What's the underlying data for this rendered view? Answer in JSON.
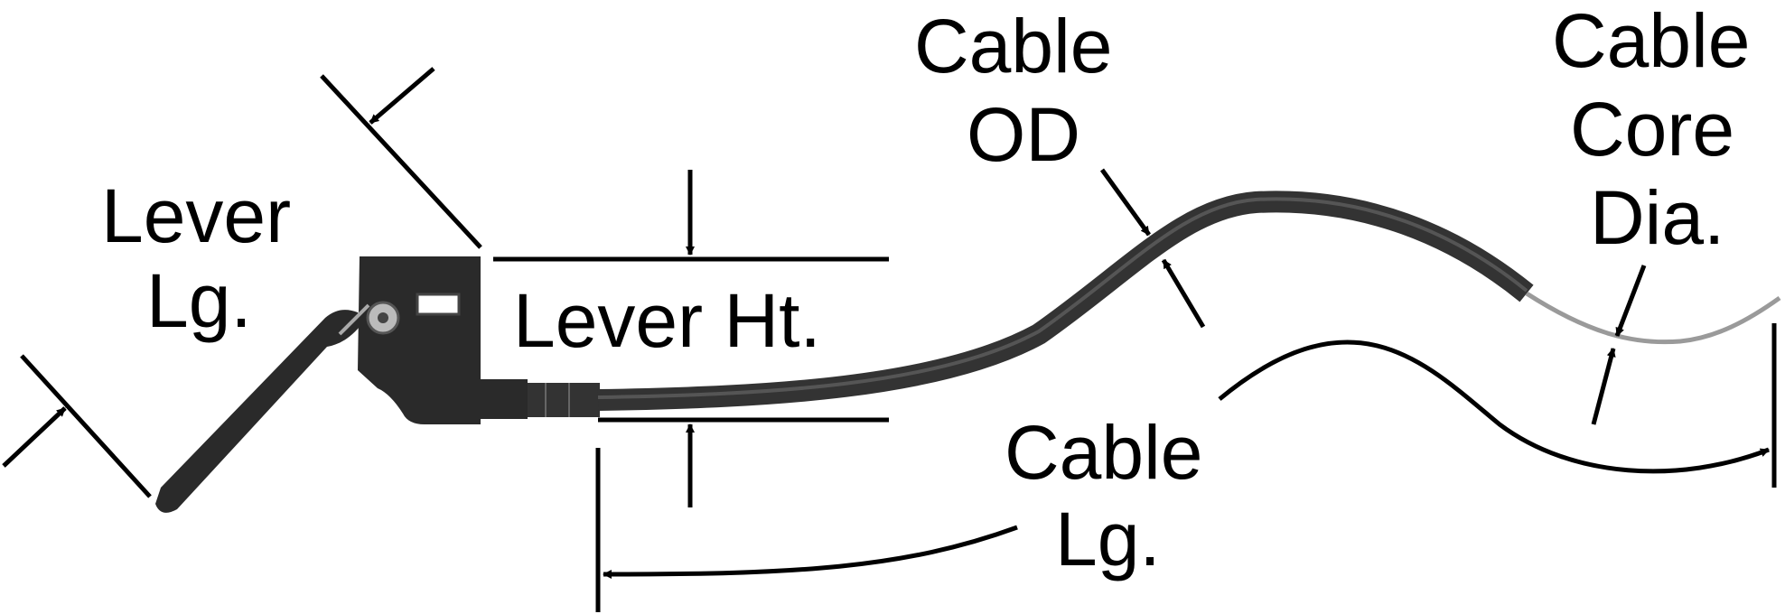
{
  "labels": {
    "lever_length": [
      "Lever",
      "Lg."
    ],
    "lever_height": "Lever Ht.",
    "cable_od": [
      "Cable",
      "OD"
    ],
    "cable_core_dia": [
      "Cable",
      "Core",
      "Dia."
    ],
    "cable_length": [
      "Cable",
      "Lg."
    ]
  },
  "colors": {
    "ink": "#000000",
    "lever_body": "#2a2a2a",
    "cable_jacket": "#333333",
    "core_wire": "#9a9a9a",
    "background": "#ffffff"
  }
}
